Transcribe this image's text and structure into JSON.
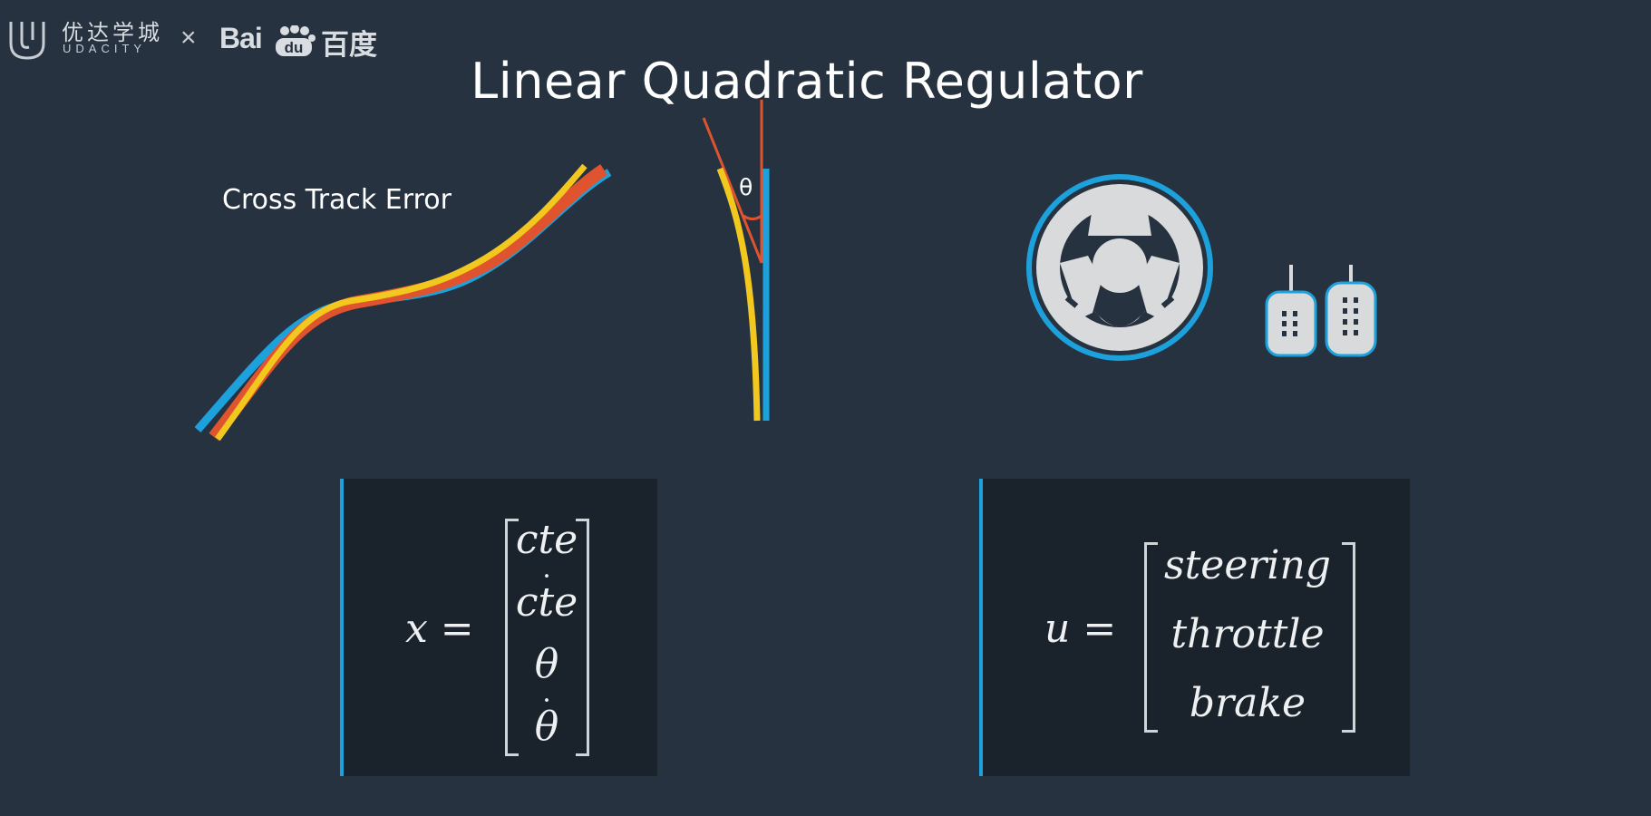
{
  "header": {
    "udacity_cn": "优达学城",
    "udacity_en": "UDACITY",
    "separator": "×",
    "baidu_bai": "Bai",
    "baidu_du": "du",
    "baidu_cn": "百度"
  },
  "title": "Linear Quadratic Regulator",
  "figure": {
    "cte_label": "Cross Track Error",
    "theta_label": "θ"
  },
  "state_vector": {
    "lhs": "x =",
    "entries": [
      "cte",
      "cte",
      "θ",
      "θ"
    ],
    "dot_marks": [
      "",
      "˙",
      "",
      "˙"
    ]
  },
  "control_vector": {
    "lhs": "u =",
    "entries": [
      "steering",
      "throttle",
      "brake"
    ]
  },
  "colors": {
    "background": "#26323f",
    "box": "#1a222b",
    "accent_blue": "#1da1dc",
    "path_red": "#e0532f",
    "path_yellow": "#f2c81e",
    "icon_gray": "#d8dadc"
  }
}
